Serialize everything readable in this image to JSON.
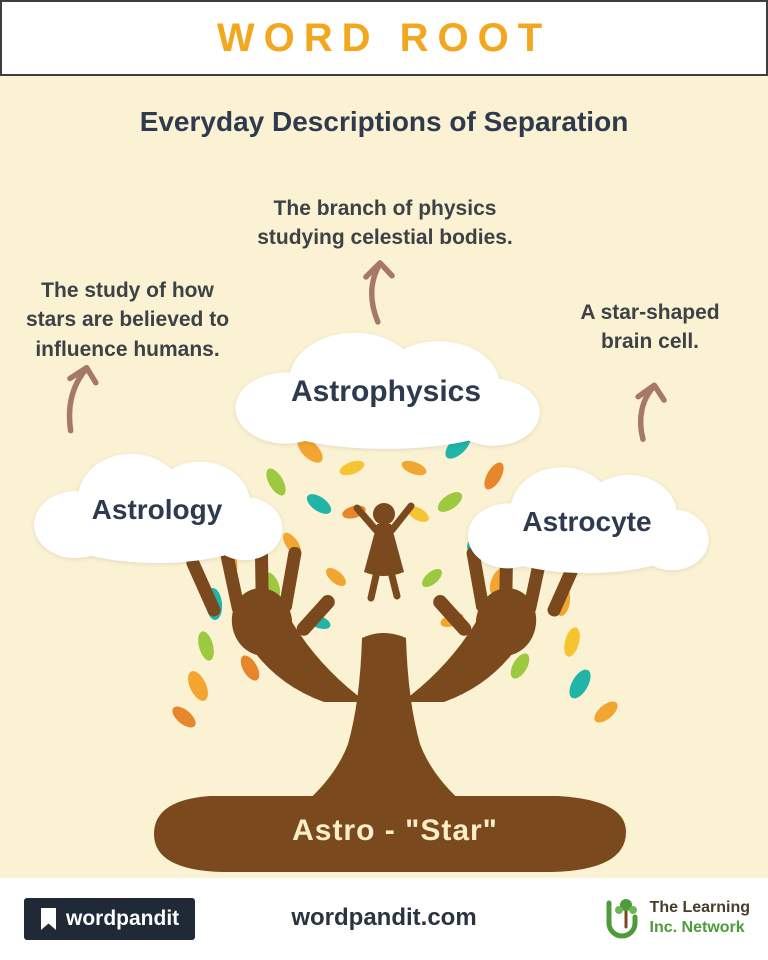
{
  "title": "WORD ROOT",
  "subtitle": "Everyday Descriptions of Separation",
  "entries": {
    "astrophysics": {
      "word": "Astrophysics",
      "description": "The branch of physics\nstudying celestial bodies."
    },
    "astrology": {
      "word": "Astrology",
      "description": "The study of how\nstars are believed to\ninfluence humans."
    },
    "astrocyte": {
      "word": "Astrocyte",
      "description": "A star-shaped\nbrain cell."
    }
  },
  "root": {
    "label": "Astro - \"Star\""
  },
  "footer": {
    "brand": "wordpandit",
    "website": "wordpandit.com",
    "network_line1": "The Learning",
    "network_line2": "Inc. Network"
  },
  "colors": {
    "accent_orange": "#F2A71E",
    "background_cream": "#FBF1D3",
    "text_dark": "#2E3A4D",
    "tree_brown": "#7A4A1E",
    "arrow_brown": "#A57868",
    "leaf_teal": "#21B5A8",
    "leaf_green": "#9CC93F",
    "leaf_orange": "#F2A530",
    "leaf_amber": "#F6C331",
    "network_green": "#4E9B3C"
  }
}
